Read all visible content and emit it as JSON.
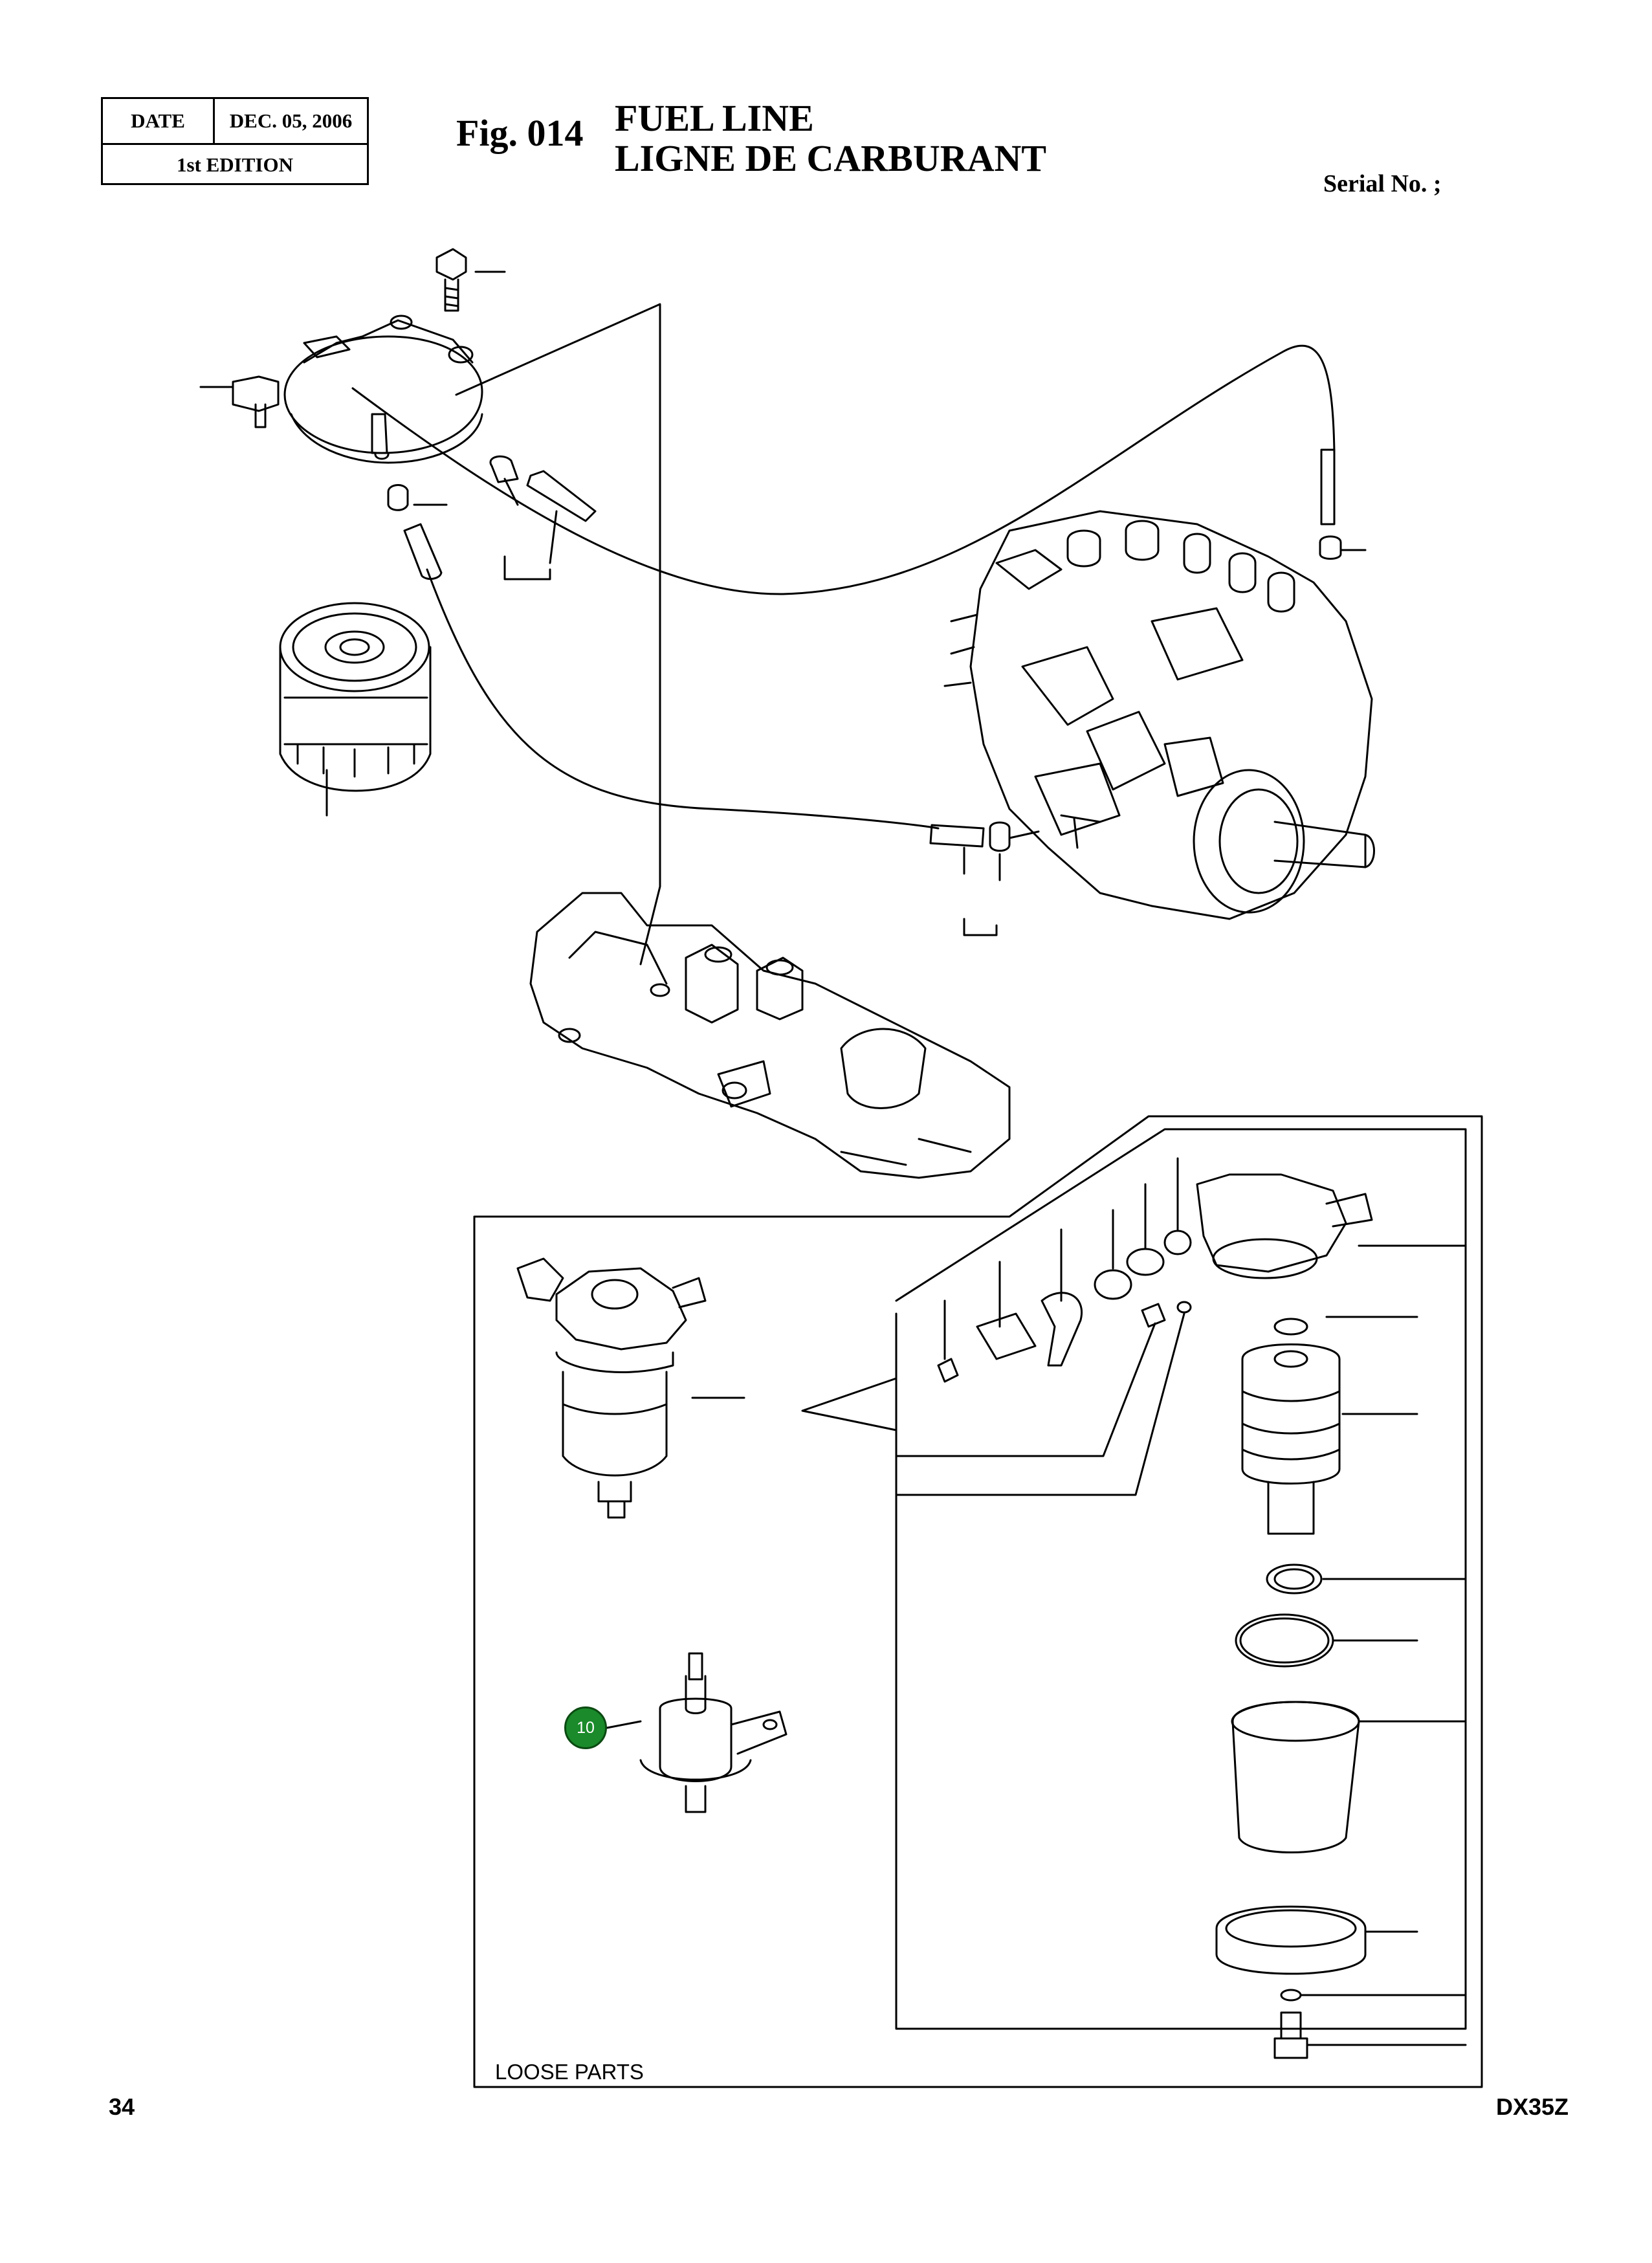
{
  "header": {
    "date_label": "DATE",
    "date_value": "DEC. 05, 2006",
    "edition": "1st EDITION"
  },
  "figure": {
    "number": "Fig. 014",
    "title_en": "FUEL  LINE",
    "title_fr": "LIGNE  DE  CARBURANT",
    "serial": "Serial No. ;"
  },
  "callouts": [
    {
      "label": "10",
      "color": "#1a8a2a"
    }
  ],
  "loose_parts_label": "LOOSE PARTS",
  "footer": {
    "page_number": "34",
    "model": "DX35Z"
  }
}
